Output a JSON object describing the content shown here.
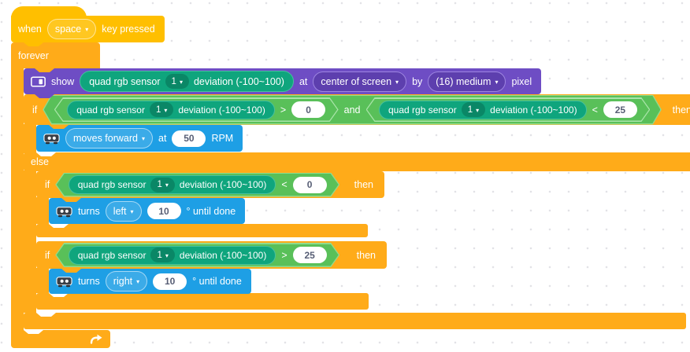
{
  "palette": {
    "yellow": "#FFBF00",
    "orange": "#FFAB19",
    "purple": "#6E4DC4",
    "purple-dark": "#5D3FAE",
    "blue": "#1E9FE5",
    "green": "#59C059",
    "green-light": "#8FDC8F",
    "teal": "#0FA57D",
    "teal-dark": "#0A8766"
  },
  "icons": {
    "dropdown_arrow": "▾"
  },
  "hat": {
    "when": "when",
    "key": "space",
    "suffix": "key pressed"
  },
  "forever_label": "forever",
  "logic": {
    "if": "if",
    "then": "then",
    "else": "else",
    "and": "and"
  },
  "sensor": {
    "name": "quad rgb sensor",
    "port": "1",
    "metric": "deviation (-100~100)"
  },
  "show": {
    "verb": "show",
    "at": "at",
    "position": "center of screen",
    "by": "by",
    "size": "(16) medium",
    "unit": "pixel"
  },
  "conditions": {
    "c1": {
      "op": ">",
      "value": "0"
    },
    "c2": {
      "op": "<",
      "value": "25"
    },
    "c3": {
      "op": "<",
      "value": "0"
    },
    "c4": {
      "op": ">",
      "value": "25"
    }
  },
  "motion": {
    "forward": {
      "option": "moves forward",
      "at": "at",
      "value": "50",
      "unit": "RPM"
    },
    "left": {
      "verb": "turns",
      "option": "left",
      "value": "10",
      "unit": "° until done"
    },
    "right": {
      "verb": "turns",
      "option": "right",
      "value": "10",
      "unit": "° until done"
    }
  }
}
